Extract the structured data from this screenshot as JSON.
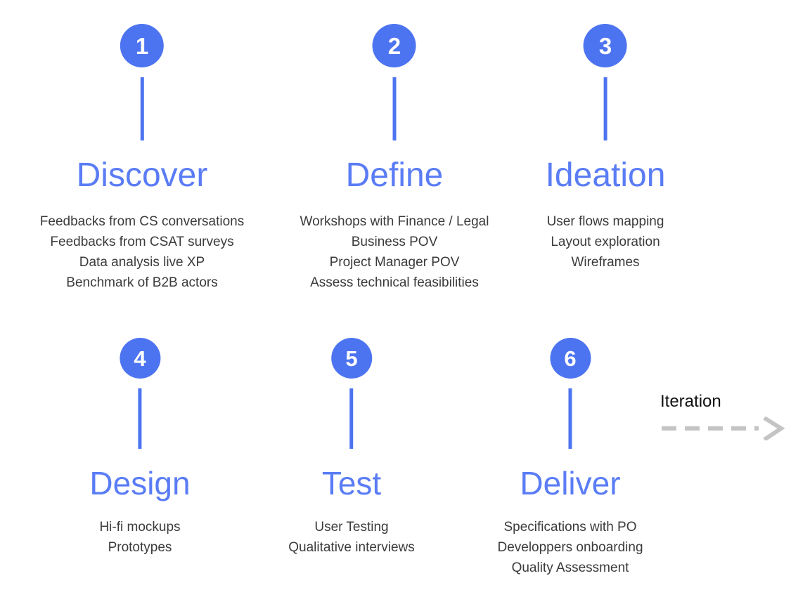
{
  "palette": {
    "badge_blue": "#4d74f0",
    "title_blue": "#5a7cf5",
    "body_gray": "#3b3b3b",
    "arrow_gray": "#c4c4c4",
    "background": "#ffffff"
  },
  "steps": [
    {
      "number": "1",
      "title": "Discover",
      "items": [
        "Feedbacks from CS conversations",
        "Feedbacks from CSAT surveys",
        "Data analysis live XP",
        "Benchmark of B2B actors"
      ]
    },
    {
      "number": "2",
      "title": "Define",
      "items": [
        "Workshops with Finance / Legal",
        "Business POV",
        "Project Manager POV",
        "Assess technical feasibilities"
      ]
    },
    {
      "number": "3",
      "title": "Ideation",
      "items": [
        "User flows mapping",
        "Layout exploration",
        "Wireframes"
      ]
    },
    {
      "number": "4",
      "title": "Design",
      "items": [
        "Hi-fi mockups",
        "Prototypes"
      ]
    },
    {
      "number": "5",
      "title": "Test",
      "items": [
        "User Testing",
        "Qualitative interviews"
      ]
    },
    {
      "number": "6",
      "title": "Deliver",
      "items": [
        "Specifications with PO",
        "Developpers onboarding",
        "Quality Assessment"
      ]
    }
  ],
  "iteration": {
    "label": "Iteration",
    "arrow_icon": "dashed-arrow-right-icon"
  }
}
